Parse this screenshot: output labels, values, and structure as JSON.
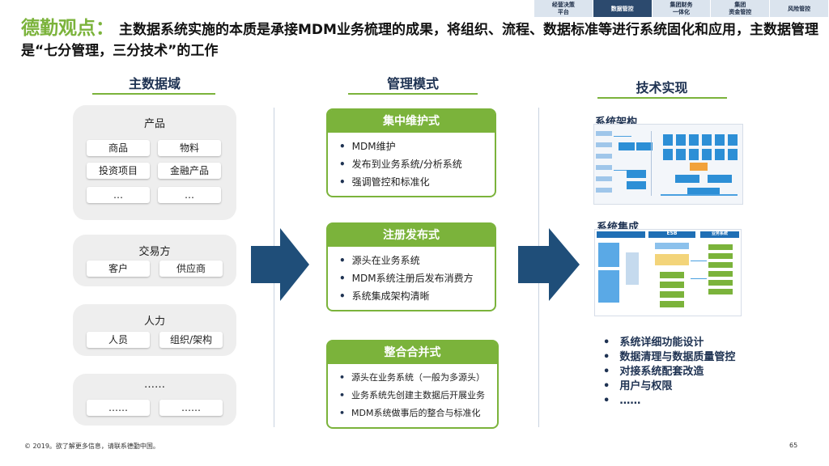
{
  "nav": {
    "tabs": [
      {
        "label": "经营决策\n平台",
        "active": false
      },
      {
        "label": "数据管控",
        "active": true
      },
      {
        "label": "集团财务\n一体化",
        "active": false
      },
      {
        "label": "集团\n资金管控",
        "active": false
      },
      {
        "label": "风险管控",
        "active": false
      }
    ]
  },
  "heading": {
    "accent": "德勤观点：",
    "text": "主数据系统实施的本质是承接MDM业务梳理的成果，将组织、流程、数据标准等进行系统固化和应用，主数据管理是“七分管理，三分技术”的工作"
  },
  "columns": {
    "domain_title": "主数据域",
    "mode_title": "管理模式",
    "tech_title": "技术实现"
  },
  "domains": [
    {
      "label": "产品",
      "chips": [
        "商品",
        "物料",
        "投资项目",
        "金融产品",
        "…",
        "…"
      ]
    },
    {
      "label": "交易方",
      "chips": [
        "客户",
        "供应商"
      ]
    },
    {
      "label": "人力",
      "chips": [
        "人员",
        "组织/架构"
      ]
    },
    {
      "label": "……",
      "chips": [
        "……",
        "……"
      ]
    }
  ],
  "modes": [
    {
      "title": "集中维护式",
      "items": [
        "MDM维护",
        "发布到业务系统/分析系统",
        "强调管控和标准化"
      ]
    },
    {
      "title": "注册发布式",
      "items": [
        "源头在业务系统",
        "MDM系统注册后发布消费方",
        "系统集成架构清晰"
      ]
    },
    {
      "title": "整合合并式",
      "items": [
        "源头在业务系统（一般为多源头）",
        "业务系统先创建主数据后开展业务",
        "MDM系统做事后的整合与标准化"
      ]
    }
  ],
  "tech": {
    "arch_title": "系统架构",
    "integ_title": "系统集成",
    "integ_labels": [
      "ESB",
      "业务系统"
    ],
    "items": [
      "系统详细功能设计",
      "数据清理与数据质量管控",
      "对接系统配套改造",
      "用户与权限",
      "……"
    ]
  },
  "footer": {
    "copyright": "© 2019。欲了解更多信息，请联系德勤中国。",
    "page": "65"
  },
  "colors": {
    "accent": "#7bb33b",
    "navy": "#1e3252",
    "arrow": "#1f4e79"
  }
}
